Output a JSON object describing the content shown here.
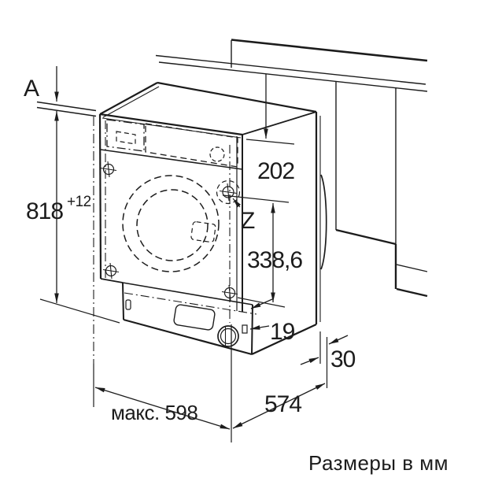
{
  "diagram": {
    "section_label": "A",
    "drain_position_label": "Z",
    "dimensions": {
      "niche_height": "818",
      "niche_height_tolerance": "+12",
      "top_clearance": "202",
      "drain_height": "338,6",
      "front_offset": "19",
      "rear_clearance": "30",
      "max_width": "макс. 598",
      "depth": "574"
    },
    "footer_note": "Размеры в мм"
  }
}
